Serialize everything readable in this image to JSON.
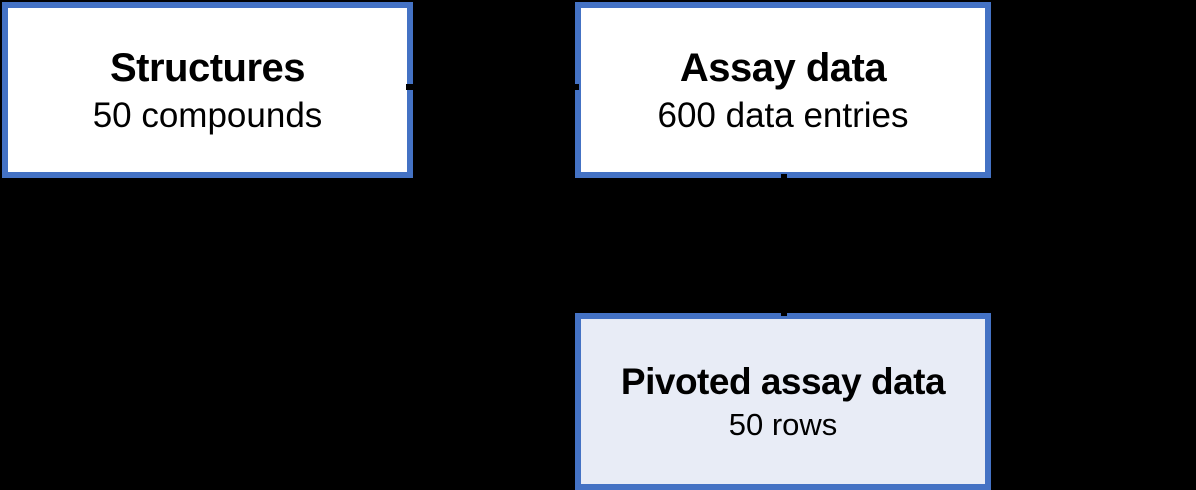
{
  "diagram": {
    "nodes": {
      "structures": {
        "title": "Structures",
        "subtitle": "50 compounds"
      },
      "assay": {
        "title": "Assay data",
        "subtitle": "600 data entries"
      },
      "pivoted": {
        "title": "Pivoted assay data",
        "subtitle": "50 rows"
      }
    },
    "edges": [
      {
        "from": "structures",
        "to": "assay",
        "orientation": "horizontal"
      },
      {
        "from": "assay",
        "to": "pivoted",
        "orientation": "vertical"
      }
    ]
  },
  "colors": {
    "bg": "#000000",
    "node-border": "#4472C4",
    "node-fill": "#FFFFFF",
    "pivoted-fill": "#E8ECF6",
    "text": "#000000",
    "connector": "#000000"
  }
}
